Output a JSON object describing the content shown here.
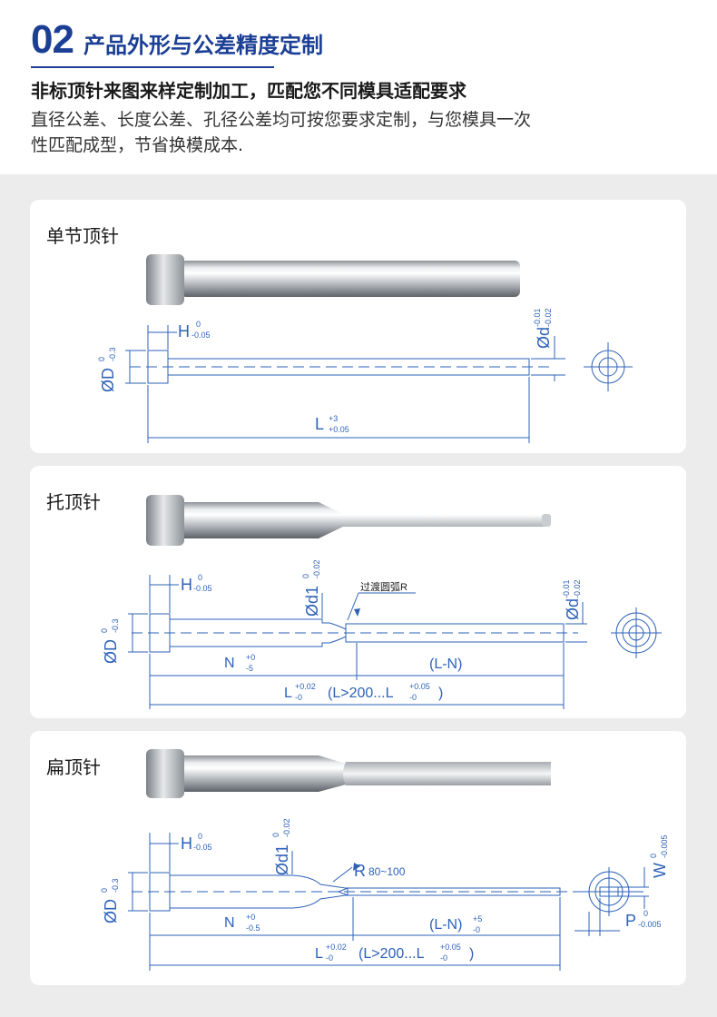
{
  "header": {
    "number": "02",
    "title": "产品外形与公差精度定制",
    "subtitle": "非标顶针来图来样定制加工，匹配您不同模具适配要求",
    "desc1": "直径公差、长度公差、孔径公差均可按您要求定制，与您模具一次",
    "desc2": "性匹配成型，节省换模成本."
  },
  "sections": [
    {
      "name": "单节顶针",
      "dims": {
        "H": "H",
        "H_up": "0",
        "H_lo": "-0.05",
        "D": "ØD",
        "D_up": "0",
        "D_lo": "-0.3",
        "d": "Ød",
        "d_up": "-0.01",
        "d_lo": "-0.02",
        "L": "L",
        "L_up": "+3",
        "L_lo": "+0.05"
      }
    },
    {
      "name": "托顶针",
      "dims": {
        "H": "H",
        "H_up": "0",
        "H_lo": "-0.05",
        "D": "ØD",
        "D_up": "0",
        "D_lo": "-0.3",
        "d1": "Ød1",
        "d1_up": "0",
        "d1_lo": "-0.02",
        "arc": "过渡圆弧R",
        "d": "Ød",
        "d_up": "-0.01",
        "d_lo": "-0.02",
        "N": "N",
        "N_up": "+0",
        "N_lo": "-5",
        "LN": "(L-N)",
        "L": "L",
        "L_up": "+0.02",
        "L_lo": "-0",
        "cond_a": "(L>200...L",
        "cond_up": "+0.05",
        "cond_lo": "-0",
        "cond_b": ")"
      }
    },
    {
      "name": "扁顶针",
      "dims": {
        "H": "H",
        "H_up": "0",
        "H_lo": "-0.05",
        "D": "ØD",
        "D_up": "0",
        "D_lo": "-0.3",
        "d1": "Ød1",
        "d1_up": "0",
        "d1_lo": "-0.02",
        "R": "R",
        "R_range": "80~100",
        "W": "W",
        "W_up": "0",
        "W_lo": "-0.005",
        "P": "P",
        "P_up": "0",
        "P_lo": "-0.005",
        "N": "N",
        "N_up": "+0",
        "N_lo": "-0.5",
        "LN": "(L-N)",
        "LN_up": "+5",
        "LN_lo": "-0",
        "L": "L",
        "L_up": "+0.02",
        "L_lo": "-0",
        "cond_a": "(L>200...L",
        "cond_up": "+0.05",
        "cond_lo": "-0",
        "cond_b": ")"
      }
    }
  ],
  "colors": {
    "accent": "#1b3f95",
    "dimension": "#2e62b8",
    "background": "#ececec"
  }
}
